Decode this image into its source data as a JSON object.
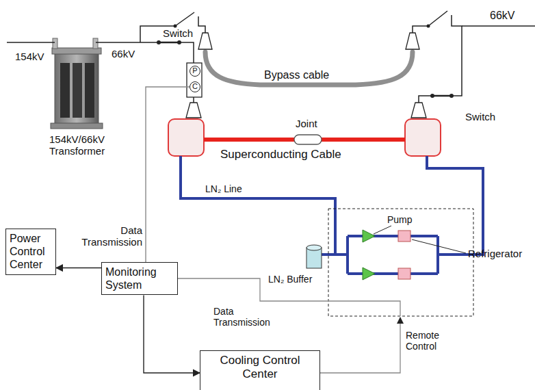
{
  "diagram": {
    "nodes": [
      {
        "text": [
          "P"
        ]
      },
      {
        "text": [
          "C"
        ]
      },
      {
        "text": [
          "Power Control Center"
        ]
      },
      {
        "text": [
          "Monitoring System"
        ]
      },
      {
        "text": [
          "Cooling Control Center"
        ]
      }
    ],
    "edges": [
      {
        "from": 1,
        "to": 3,
        "label": "Data Transmission",
        "arrow": "none"
      },
      {
        "from": 3,
        "to": 2,
        "arrow": "to"
      },
      {
        "from": 3,
        "to": 4,
        "arrow": "to"
      }
    ],
    "labels": [
      "154kV",
      "66kV",
      "Switch",
      "154kV/66kV Transformer",
      "Bypass cable",
      "66kV",
      "Switch",
      "Joint",
      "Superconducting Cable",
      "LN₂ Line",
      "Pump",
      "LN₂ Buffer",
      "Refrigerator",
      "Data Transmission",
      "Remote Control"
    ]
  }
}
